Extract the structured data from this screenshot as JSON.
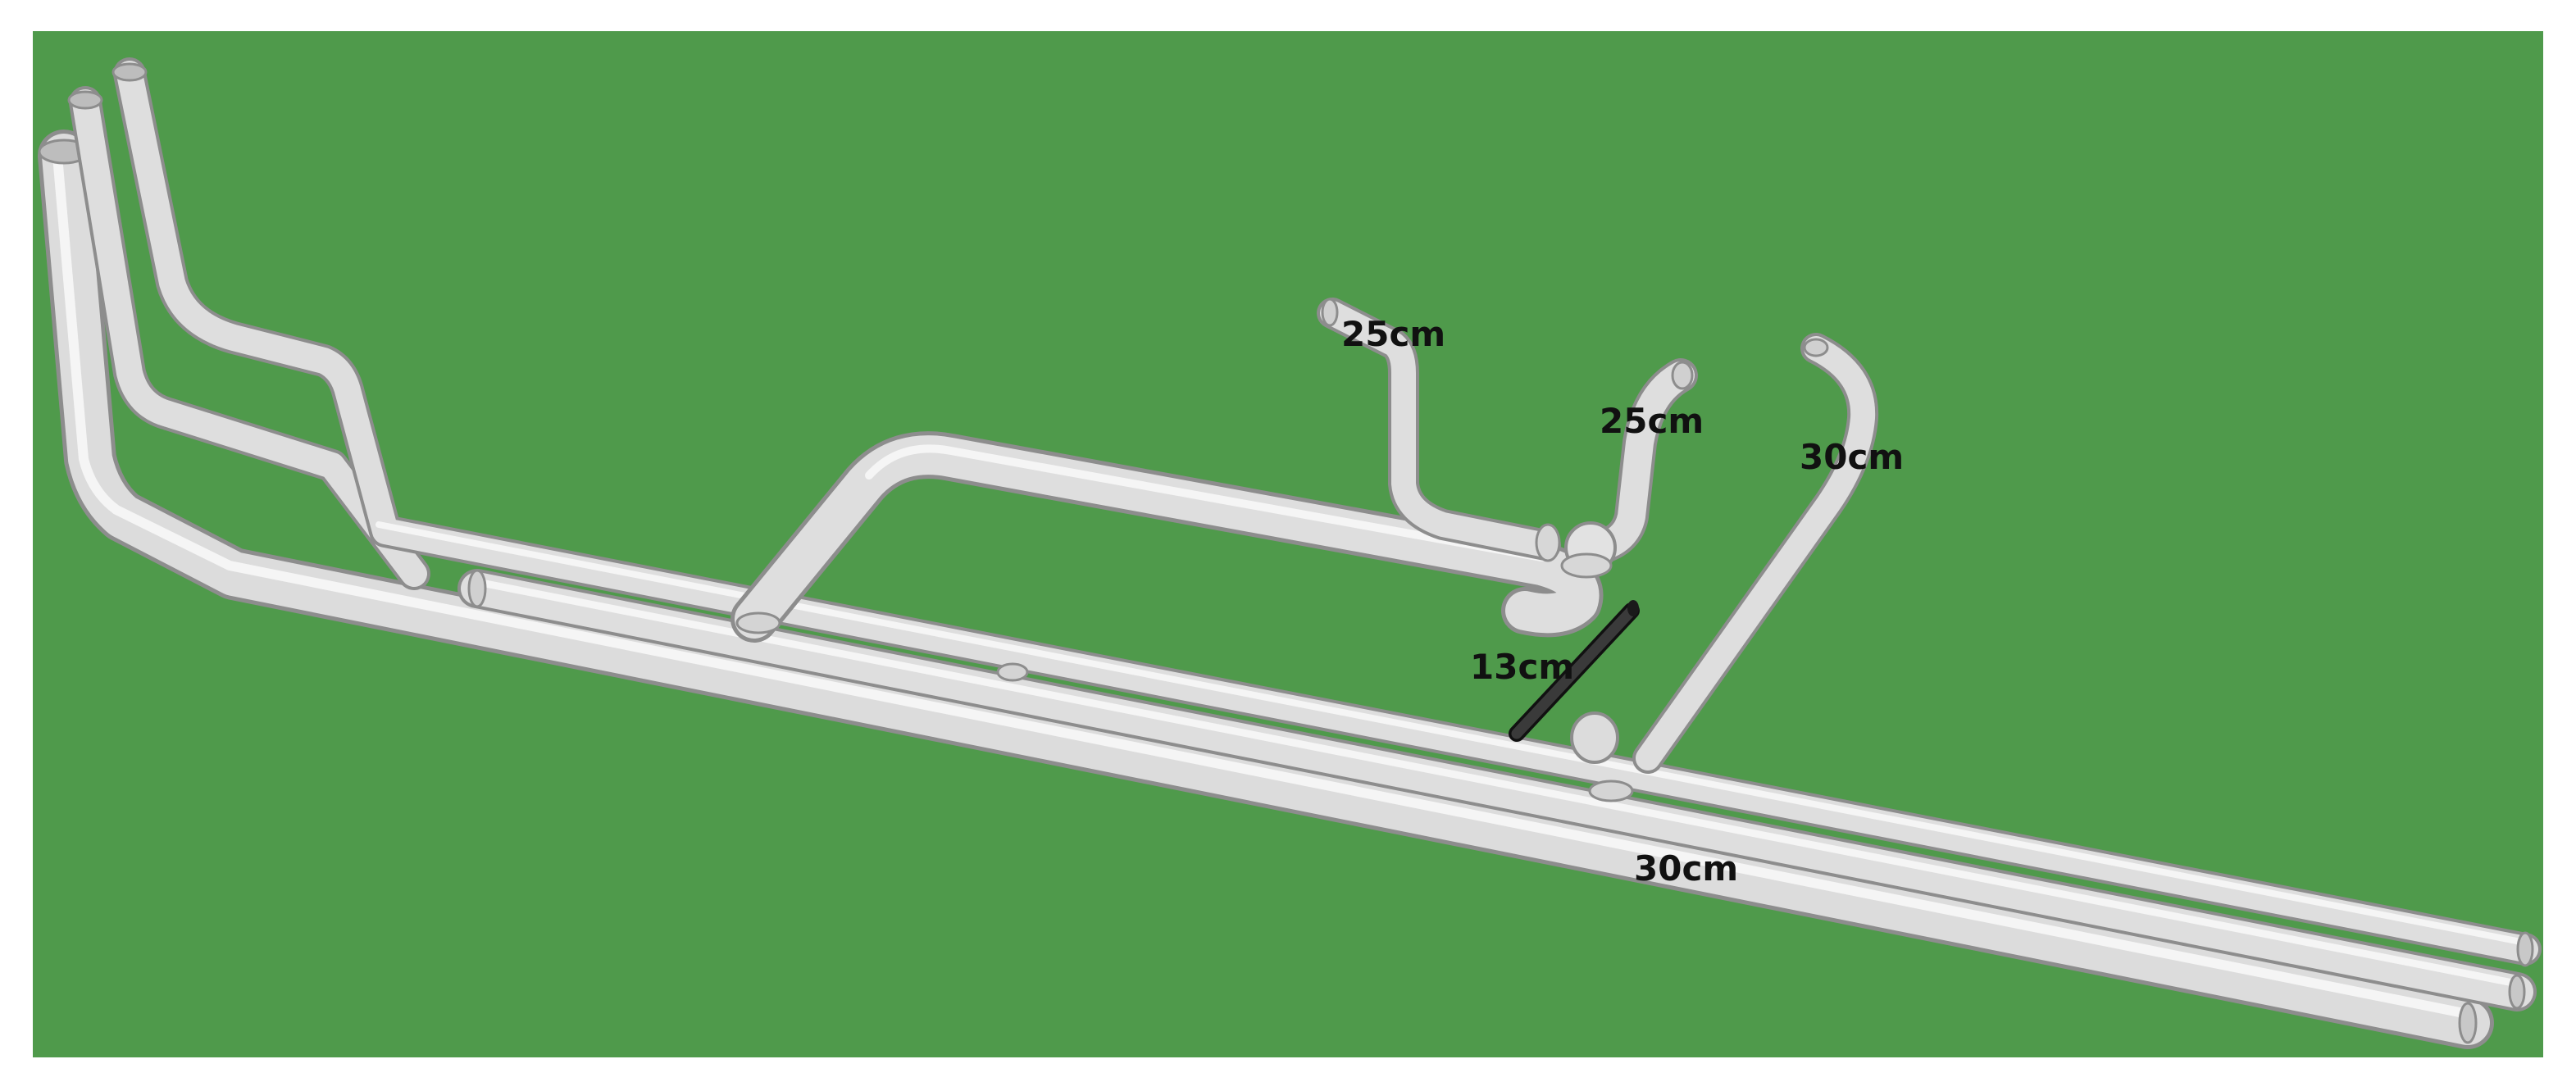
{
  "scene": {
    "background_color": "#4f9a4b",
    "frame_color": "#ffffff",
    "pipe_color": "#e4e4e4",
    "pipe_shadow_color": "#8d8d8d",
    "dark_rod_color": "#2b2b2b"
  },
  "labels": {
    "top_pipe_left": "25cm",
    "top_pipe_right": "25cm",
    "right_riser": "30cm",
    "dark_rod": "13cm",
    "main_run": "30cm"
  }
}
